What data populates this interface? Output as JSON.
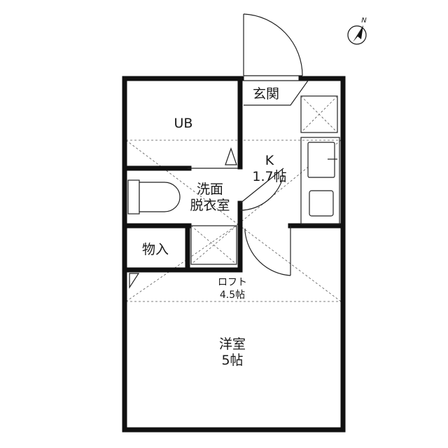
{
  "compass": {
    "label": "N"
  },
  "rooms": {
    "entrance": "玄関",
    "bath": "UB",
    "kitchen": {
      "name": "K",
      "size": "1.7帖"
    },
    "washroom": {
      "line1": "洗面",
      "line2": "脱衣室"
    },
    "storage": "物入",
    "loft": {
      "name": "ロフト",
      "size": "4.5帖"
    },
    "western_room": {
      "name": "洋室",
      "size": "5帖"
    }
  },
  "colors": {
    "wall": "#111111",
    "background": "#ffffff"
  }
}
